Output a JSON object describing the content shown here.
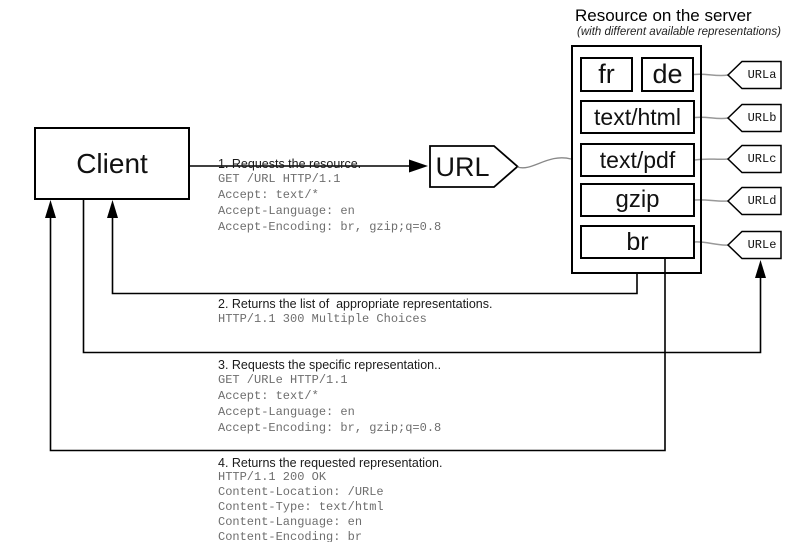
{
  "header": {
    "title": "Resource on the server",
    "subtitle": "(with different available representations)"
  },
  "client": {
    "label": "Client"
  },
  "url_node": {
    "label": "URL"
  },
  "server": {
    "representations": [
      {
        "label": "fr"
      },
      {
        "label": "de"
      },
      {
        "label": "text/html"
      },
      {
        "label": "text/pdf"
      },
      {
        "label": "gzip"
      },
      {
        "label": "br"
      }
    ],
    "url_tags": [
      {
        "label": "URLa"
      },
      {
        "label": "URLb"
      },
      {
        "label": "URLc"
      },
      {
        "label": "URLd"
      },
      {
        "label": "URLe"
      }
    ]
  },
  "steps": [
    {
      "label": "1. Requests the resource.",
      "lines": [
        "GET /URL HTTP/1.1",
        "Accept: text/*",
        "Accept-Language: en",
        "Accept-Encoding: br, gzip;q=0.8"
      ]
    },
    {
      "label": "2. Returns the list of  appropriate representations.",
      "lines": [
        "HTTP/1.1 300 Multiple Choices"
      ]
    },
    {
      "label": "3. Requests the specific representation..",
      "lines": [
        "GET /URLe HTTP/1.1",
        "Accept: text/*",
        "Accept-Language: en",
        "Accept-Encoding: br, gzip;q=0.8"
      ]
    },
    {
      "label": "4. Returns the requested representation.",
      "lines": [
        "HTTP/1.1 200 OK",
        "Content-Location: /URLe",
        "Content-Type: text/html",
        "Content-Language: en",
        "Content-Encoding: br"
      ]
    }
  ],
  "colors": {
    "flow_line": "#000000",
    "tag_connector": "#999999",
    "code_text": "#6e6e6e",
    "background": "#ffffff"
  }
}
